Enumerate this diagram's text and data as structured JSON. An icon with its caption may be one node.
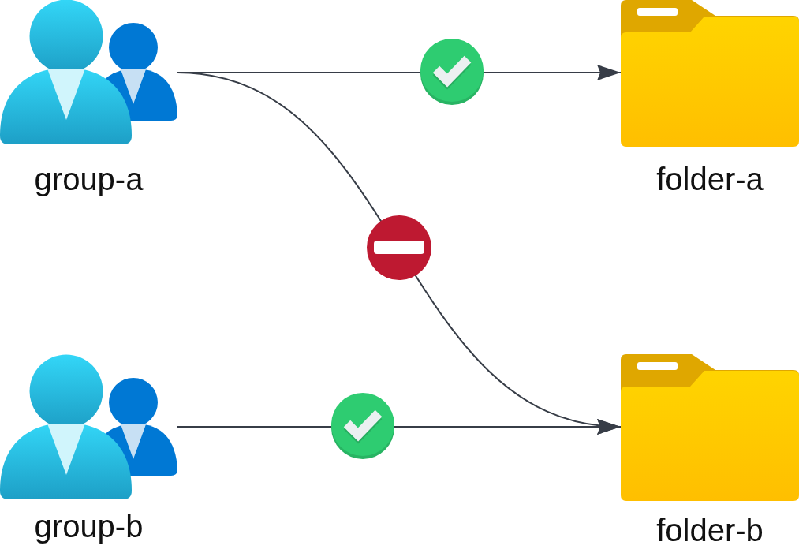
{
  "diagram": {
    "nodes": [
      {
        "text": [],
        "shape": "person",
        "beside": [
          "group-a"
        ]
      },
      {
        "text": [],
        "shape": "folder",
        "beside": [
          "folder-a"
        ]
      },
      {
        "text": [],
        "shape": "person",
        "beside": [
          "group-b"
        ]
      },
      {
        "text": [],
        "shape": "folder",
        "beside": [
          "folder-b"
        ]
      }
    ],
    "edges": [
      {
        "from": 0,
        "to": 1,
        "arrow": "to"
      },
      {
        "from": 0,
        "to": 3,
        "arrow": "to"
      },
      {
        "from": 2,
        "to": 3,
        "arrow": "to"
      }
    ]
  }
}
